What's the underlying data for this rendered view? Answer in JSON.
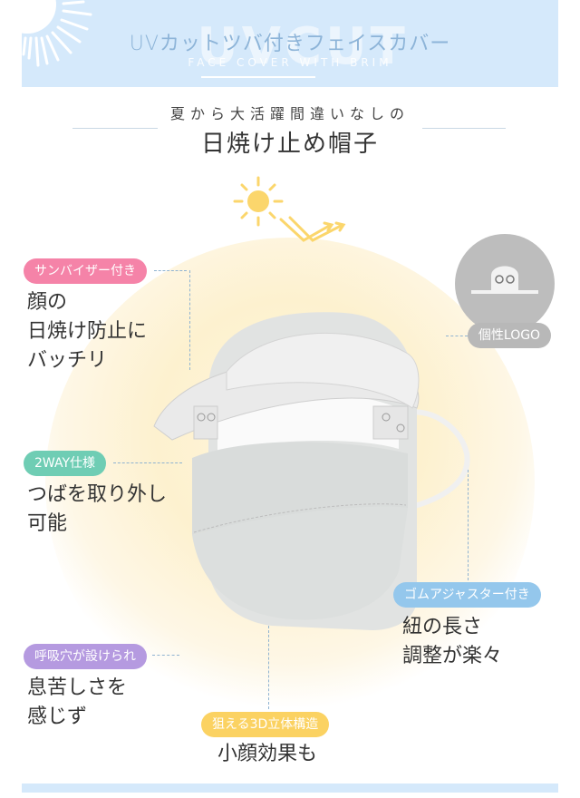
{
  "header": {
    "title": "UVカットツバ付きフェイスカバー",
    "subtitle": "FACE COVER WITH BRIM",
    "watermark": "UVCUT",
    "band_color": "#d5e9fb"
  },
  "hero": {
    "tagline": "夏から大活躍間違いなしの",
    "title": "日焼け止め帽子"
  },
  "features": [
    {
      "label": "サンバイザー付き",
      "color": "#f583a8",
      "description_lines": [
        "顔の",
        "日焼け防止に",
        "バッチリ"
      ]
    },
    {
      "label": "2WAY仕様",
      "color": "#6fcdb4",
      "description_lines": [
        "つばを取り外し",
        "可能"
      ]
    },
    {
      "label": "呼吸穴が設けられ",
      "color": "#b59ae0",
      "description_lines": [
        "息苦しさを",
        "感じず"
      ]
    },
    {
      "label": "狙える3D立体構造",
      "color": "#fbd262",
      "description_lines": [
        "小顔効果も"
      ]
    },
    {
      "label": "ゴムアジャスター付き",
      "color": "#94c7ec",
      "description_lines": [
        "紐の長さ",
        "調整が楽々"
      ]
    },
    {
      "label": "個性LOGO",
      "color": "#b8b8b8",
      "description_lines": []
    }
  ],
  "icons": {
    "header_sun": "sun-icon",
    "uv_sun": "sun-reflect-icon",
    "logo_badge": "ghost-logo-icon"
  }
}
